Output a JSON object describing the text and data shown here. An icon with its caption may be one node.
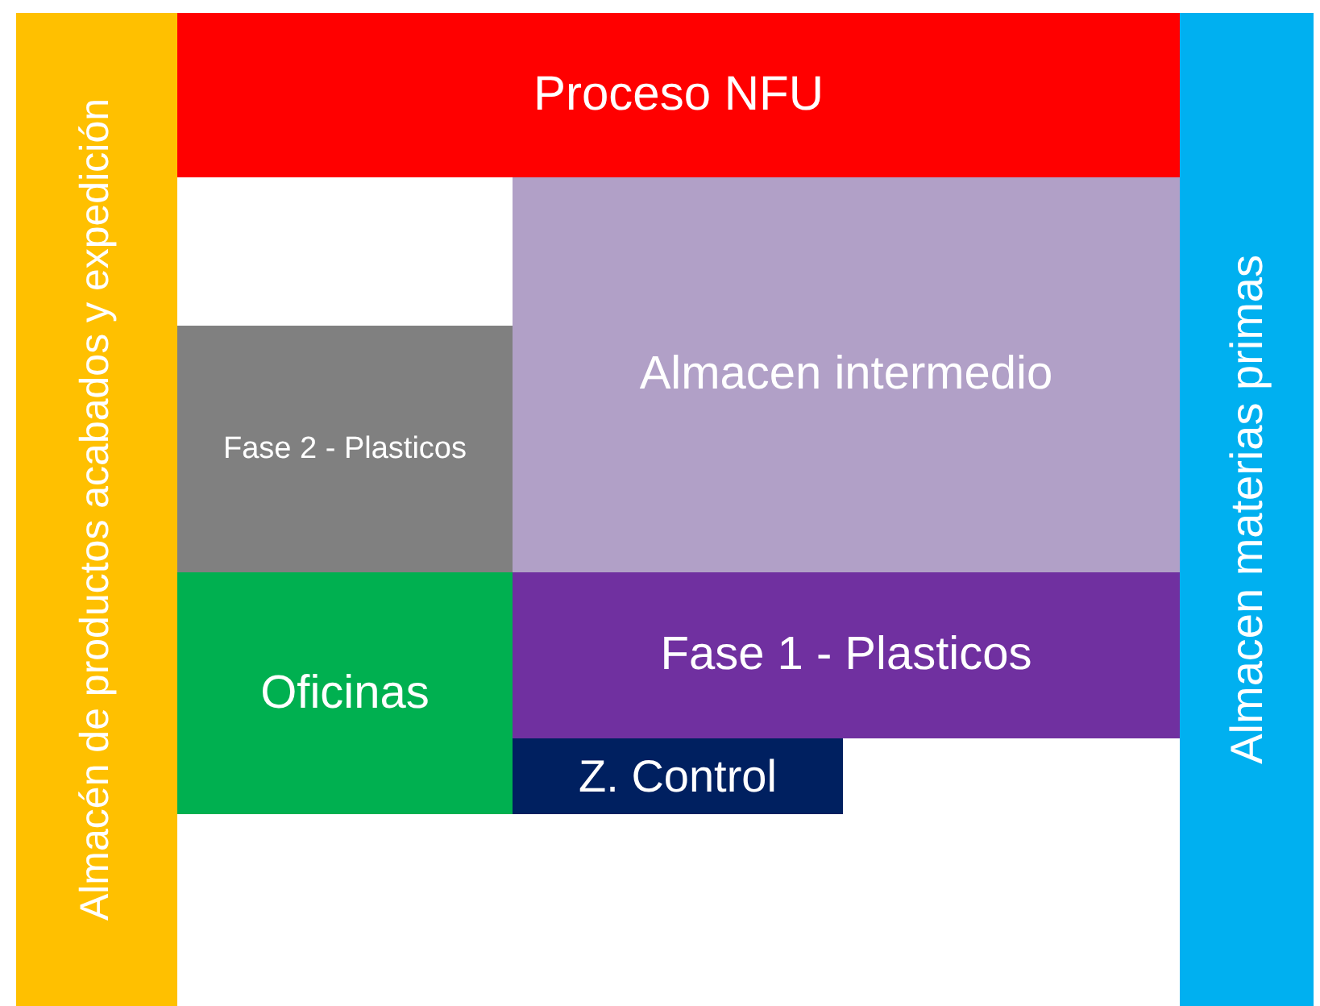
{
  "diagram": {
    "nodes": [
      {
        "text": [
          "Almacén de productos acabados y expedición"
        ]
      },
      {
        "text": [
          "Proceso NFU"
        ]
      },
      {
        "text": [
          "Almacen materias primas"
        ]
      },
      {
        "text": [
          "Almacen intermedio"
        ]
      },
      {
        "text": [
          "Fase 2 - Plasticos"
        ]
      },
      {
        "text": [
          "Oficinas"
        ]
      },
      {
        "text": [
          "Fase 1 - Plasticos"
        ]
      },
      {
        "text": [
          "Z. Control"
        ]
      }
    ]
  }
}
